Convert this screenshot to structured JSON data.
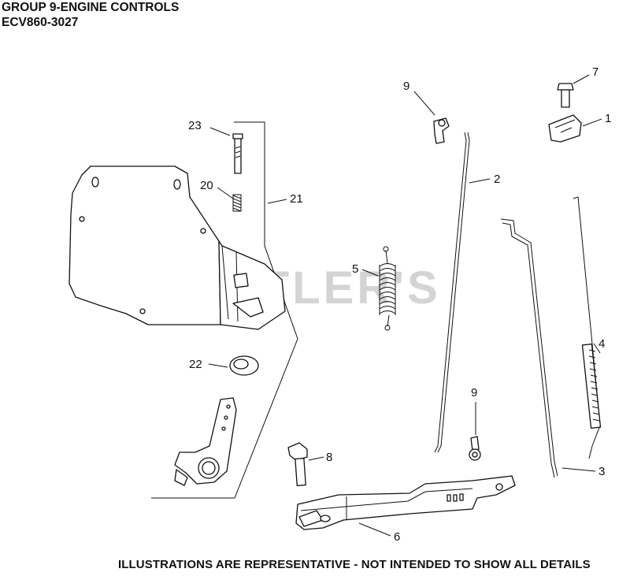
{
  "header": {
    "title": "GROUP 9-ENGINE CONTROLS",
    "model": "ECV860-3027"
  },
  "watermark": "CUTLER'S",
  "footer": "ILLUSTRATIONS ARE REPRESENTATIVE - NOT INTENDED TO SHOW ALL DETAILS",
  "callouts": {
    "c1": "1",
    "c2": "2",
    "c3": "3",
    "c4": "4",
    "c5": "5",
    "c6": "6",
    "c7": "7",
    "c8": "8",
    "c9a": "9",
    "c9b": "9",
    "c20": "20",
    "c21": "21",
    "c22": "22",
    "c23": "23"
  },
  "colors": {
    "ink": "#111111",
    "watermark": "#d4d4d4",
    "background": "#ffffff"
  }
}
